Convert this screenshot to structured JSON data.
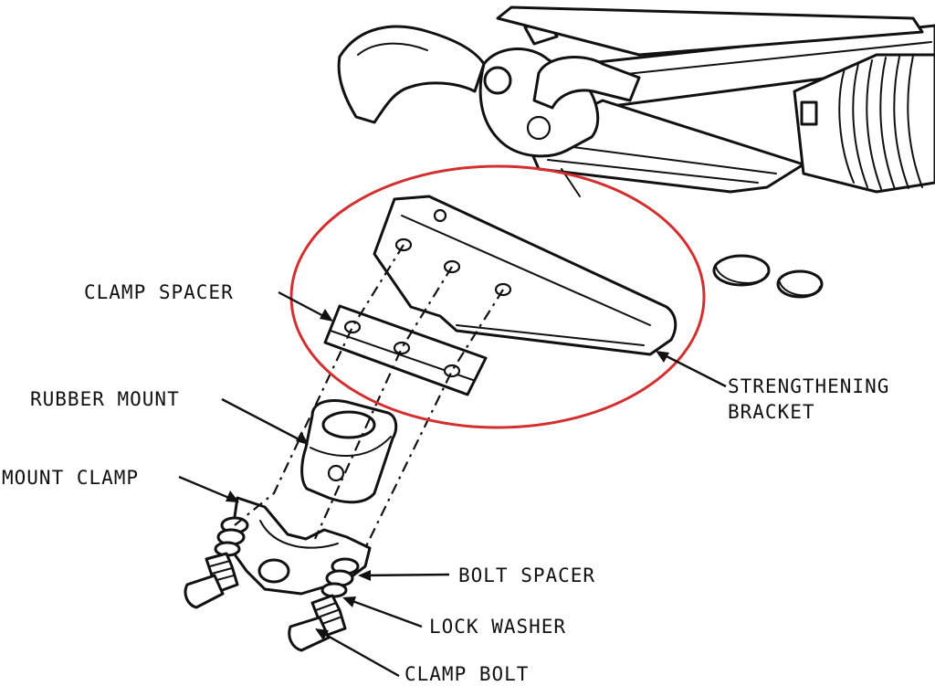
{
  "labels": {
    "clamp_spacer": "CLAMP SPACER",
    "rubber_mount": "RUBBER MOUNT",
    "mount_clamp": "MOUNT CLAMP",
    "strengthening_line1": "STRENGTHENING",
    "strengthening_line2": "BRACKET",
    "bolt_spacer": "BOLT SPACER",
    "lock_washer": "LOCK WASHER",
    "clamp_bolt": "CLAMP BOLT"
  },
  "colors": {
    "highlight": "#d32f2f",
    "ink": "#111111",
    "paper": "#ffffff"
  }
}
